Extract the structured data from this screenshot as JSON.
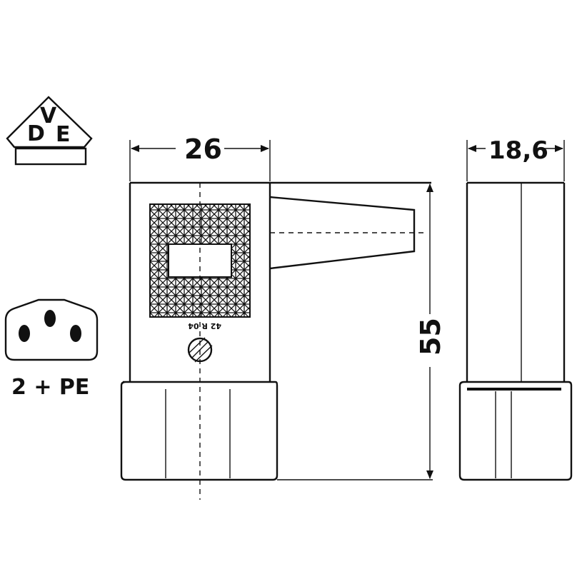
{
  "logo": {
    "letters": [
      "D",
      "V",
      "E"
    ]
  },
  "socket": {
    "label": "2 + PE"
  },
  "front": {
    "width_label": "26",
    "height_label": "55",
    "marking": "42 R 04"
  },
  "side": {
    "width_label": "18,6"
  },
  "colors": {
    "ink": "#111111",
    "paper": "#ffffff"
  }
}
